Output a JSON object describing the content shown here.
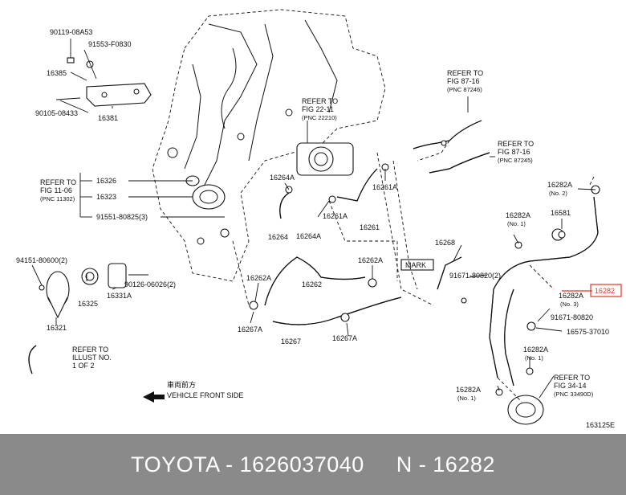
{
  "diagram": {
    "labels": {
      "p90119": "90119-08A53",
      "p91553": "91553-F0830",
      "p16385": "16385",
      "p90105": "90105-08433",
      "p16381": "16381",
      "refer_fig22_1": "REFER TO",
      "refer_fig22_2": "FIG 22-11",
      "refer_fig22_3": "(PNC 22210)",
      "refer_fig87a_1": "REFER TO",
      "refer_fig87a_2": "FIG 87-16",
      "refer_fig87a_3": "(PNC 87246)",
      "refer_fig87b_1": "REFER TO",
      "refer_fig87b_2": "FIG 87-16",
      "refer_fig87b_3": "(PNC 87245)",
      "refer_fig11_1": "REFER TO",
      "refer_fig11_2": "FIG 11-06",
      "refer_fig11_3": "(PNC 11302)",
      "p16326": "16326",
      "p16323": "16323",
      "p91551": "91551-80825(3)",
      "p16264A_a": "16264A",
      "p16264": "16264",
      "p16264A_b": "16264A",
      "p16261A_a": "16261A",
      "p16261A_b": "16261A",
      "p16261": "16261",
      "p16282A_2": "16282A",
      "p16282A_2n": "(No. 2)",
      "p16581": "16581",
      "p16282A_1a": "16282A",
      "p16282A_1an": "(No. 1)",
      "p94151": "94151-80600(2)",
      "p16325": "16325",
      "p16331A": "16331A",
      "p90126": "90126-06026(2)",
      "p16321": "16321",
      "p16262A_a": "16262A",
      "p16262A_b": "16262A",
      "p16262": "16262",
      "p16268": "16268",
      "p91671_a": "91671-80820(2)",
      "mark": "MARK",
      "p16282": "16282",
      "p16282A_3": "16282A",
      "p16282A_3n": "(No. 3)",
      "p91671_b": "91671-80820",
      "p16575": "16575-37010",
      "p16267A_a": "16267A",
      "p16267": "16267",
      "p16267A_b": "16267A",
      "p16282A_1b": "16282A",
      "p16282A_1bn": "(No. 1)",
      "p16282A_1c": "16282A",
      "p16282A_1cn": "(No. 1)",
      "refer_fig34_1": "REFER TO",
      "refer_fig34_2": "FIG 34-14",
      "refer_fig34_3": "(PNC 33490D)",
      "refer_illust_1": "REFER TO",
      "refer_illust_2": "ILLUST NO.",
      "refer_illust_3": "1 OF 2",
      "front_jp": "車両前方",
      "front_en": "VEHICLE FRONT SIDE",
      "code": "163125E"
    }
  },
  "footer": {
    "text": "TOYOTA - 1626037040     N - 16282"
  },
  "colors": {
    "highlight": "#e8322c",
    "footer_bg": "#8a8a8a"
  }
}
